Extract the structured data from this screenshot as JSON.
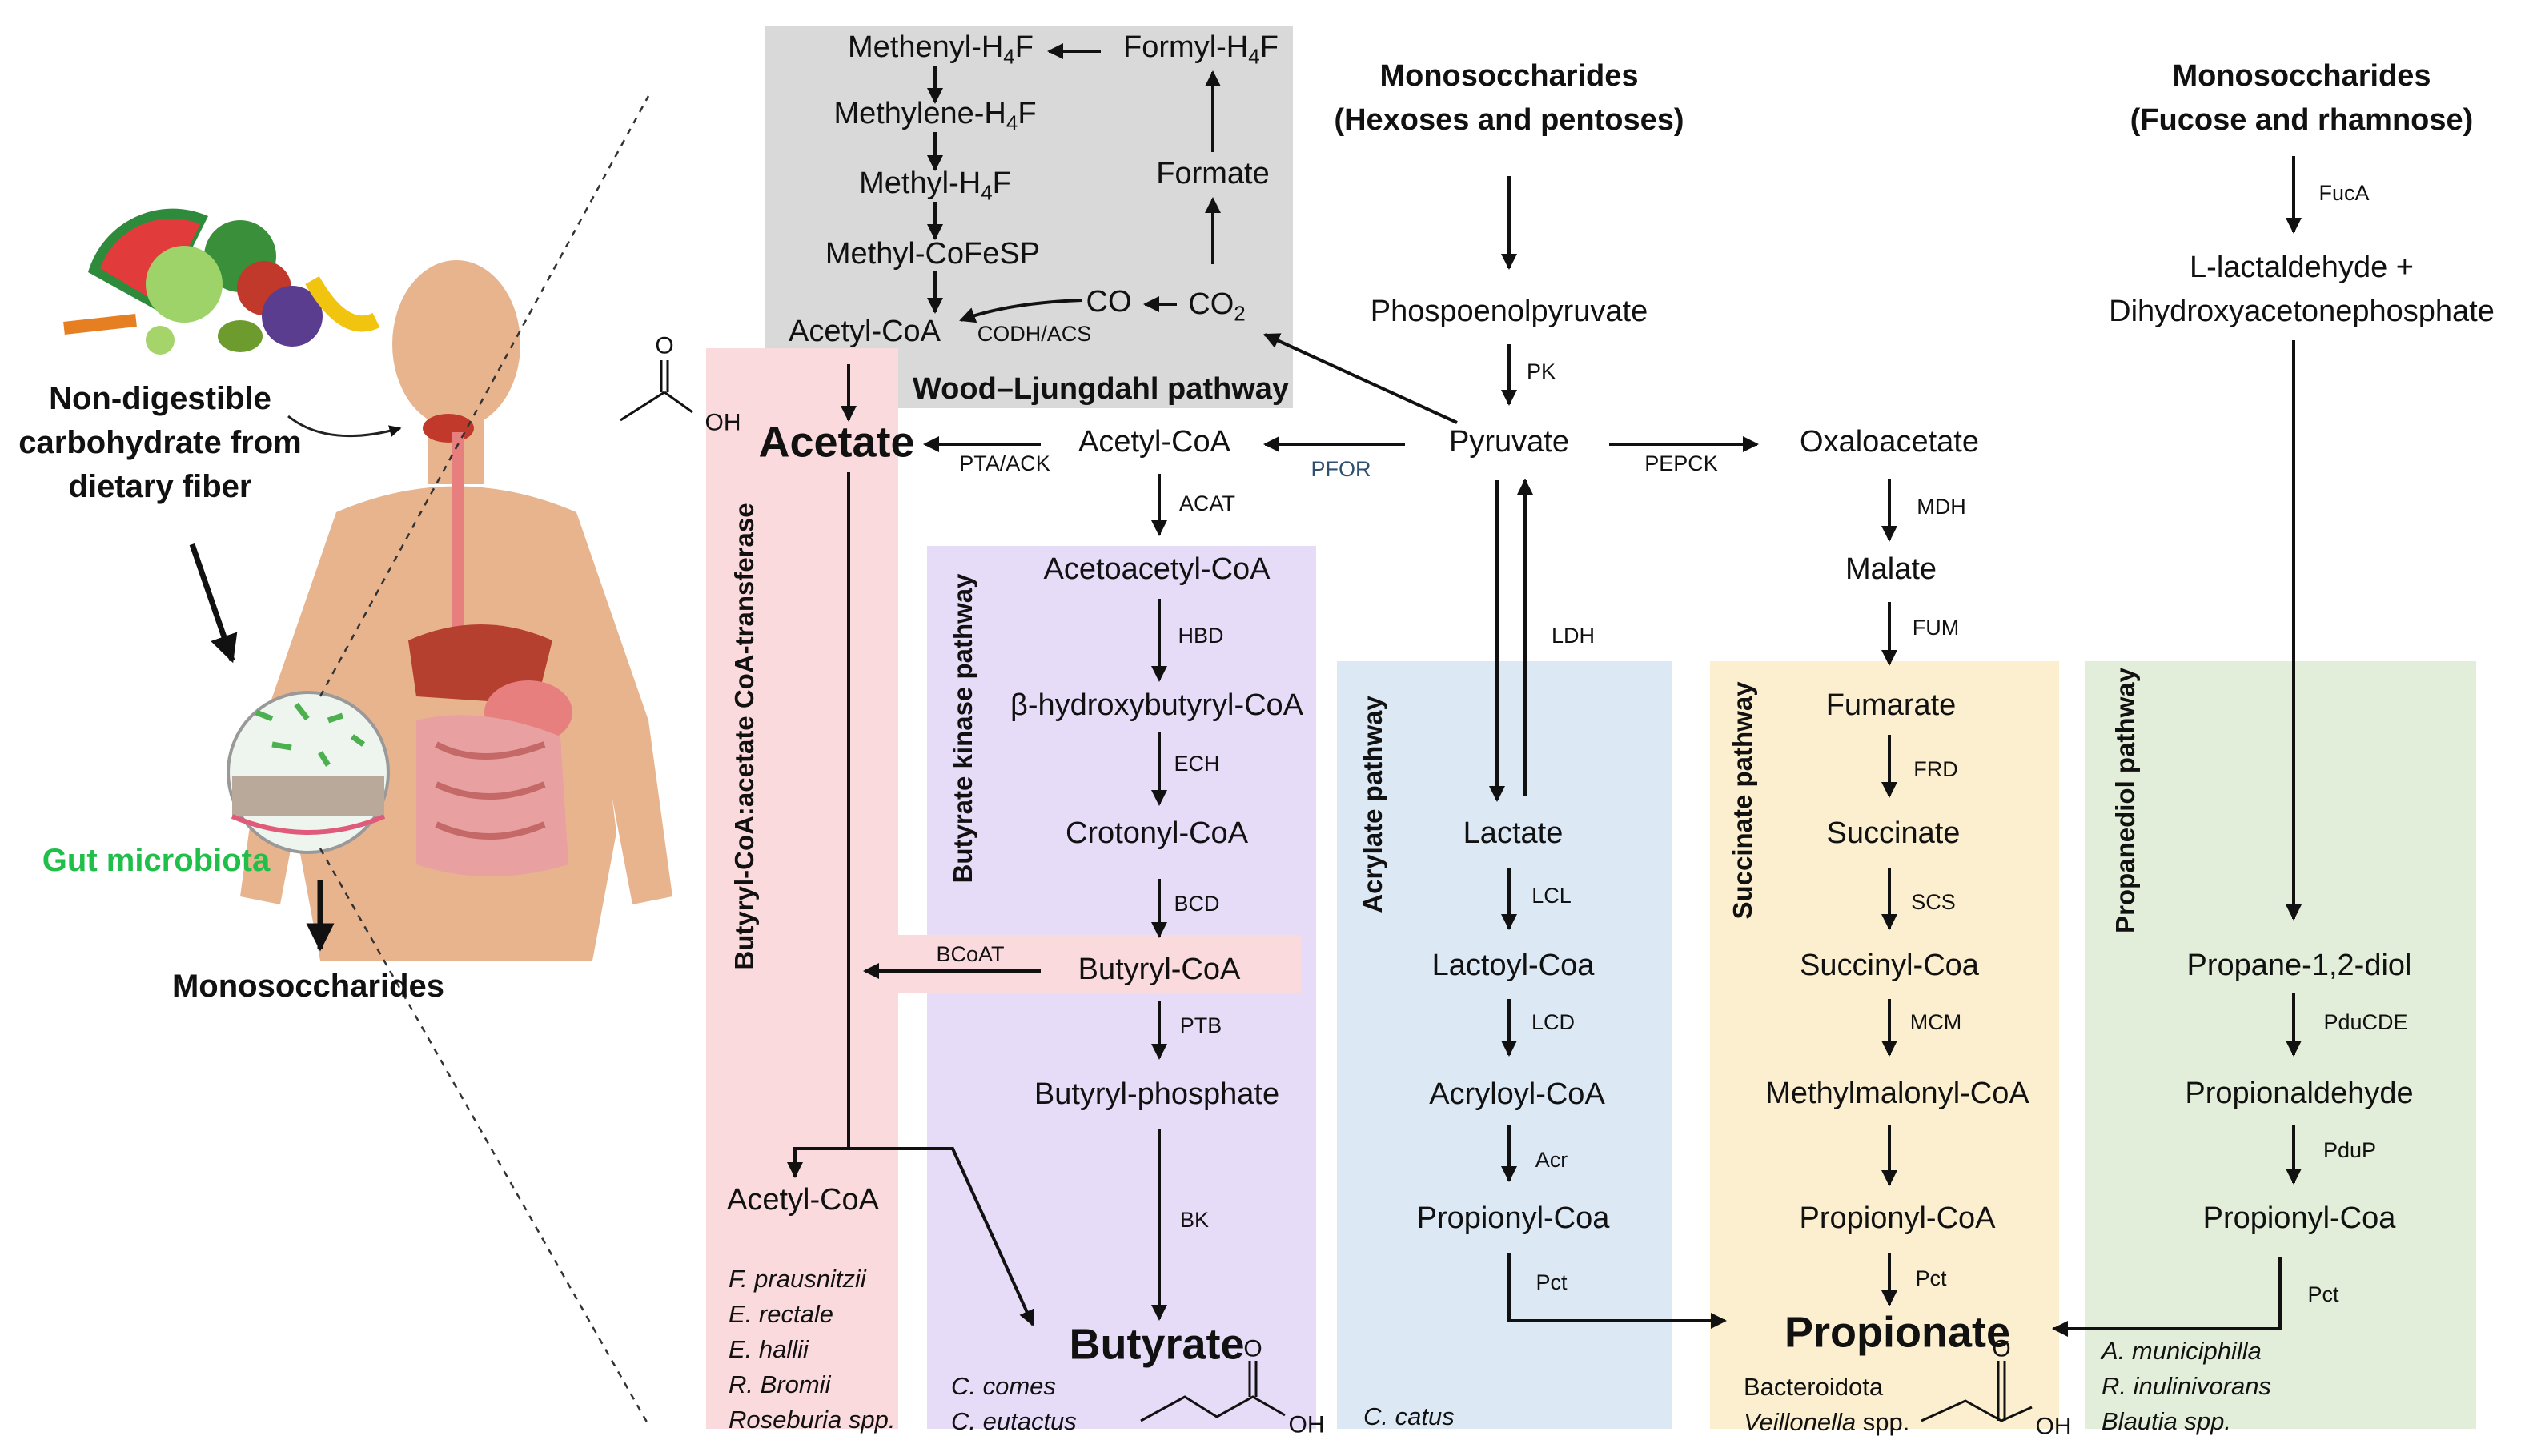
{
  "left_panel": {
    "food_label_line1": "Non-digestible",
    "food_label_line2": "carbohydrate from",
    "food_label_line3": "dietary fiber",
    "gut_microbiota": "Gut microbiota",
    "monosaccharides": "Monosoccharides"
  },
  "wood_ljungdahl": {
    "title": "Wood–Ljungdahl pathway",
    "methenyl": "Methenyl-H",
    "methylene": "Methylene-H",
    "methyl": "Methyl-H",
    "formyl": "Formyl-H",
    "h4f_sub": "4",
    "h4f_suffix": "F",
    "formate": "Formate",
    "methyl_cofesp": "Methyl-CoFeSP",
    "acetyl_coa": "Acetyl-CoA",
    "co": "CO",
    "co2": "CO",
    "co2_sub": "2",
    "codh_acs": "CODH/ACS"
  },
  "central": {
    "hexoses_title_line1": "Monosoccharides",
    "hexoses_title_line2": "(Hexoses and pentoses)",
    "pep": "Phospoenolpyruvate",
    "pk": "PK",
    "pyruvate": "Pyruvate",
    "pfor": "PFOR",
    "acetyl_coa": "Acetyl-CoA",
    "pta_ack": "PTA/ACK",
    "acetate": "Acetate",
    "acetate_oh": "OH",
    "acetate_o": "O",
    "pepck": "PEPCK",
    "oxaloacetate": "Oxaloacetate",
    "acat": "ACAT",
    "ldh": "LDH"
  },
  "butyryl_transferase": {
    "title": "Butyryl-CoA:acetate CoA-transferase",
    "bcoat": "BCoAT",
    "acetyl_coa": "Acetyl-CoA",
    "species": [
      "F. prausnitzii",
      "E. rectale",
      "E. hallii",
      "R. Bromii",
      "Roseburia spp."
    ]
  },
  "butyrate_kinase": {
    "title": "Butyrate kinase pathway",
    "acetoacetyl": "Acetoacetyl-CoA",
    "hbd": "HBD",
    "hydroxybutyryl": "β-hydroxybutyryl-CoA",
    "ech": "ECH",
    "crotonyl": "Crotonyl-CoA",
    "bcd": "BCD",
    "butyryl_coa": "Butyryl-CoA",
    "ptb": "PTB",
    "butyryl_phosphate": "Butyryl-phosphate",
    "bk": "BK",
    "butyrate": "Butyrate",
    "species_1": "C. comes",
    "species_2": "C. eutactus",
    "oh": "OH",
    "o": "O"
  },
  "acrylate": {
    "title": "Acrylate pathway",
    "lactate": "Lactate",
    "lcl": "LCL",
    "lactoyl": "Lactoyl-Coa",
    "lcd": "LCD",
    "acryloyl": "Acryloyl-CoA",
    "acr": "Acr",
    "propionyl": "Propionyl-Coa",
    "pct": "Pct",
    "species": "C. catus"
  },
  "succinate": {
    "title": "Succinate pathway",
    "mdh": "MDH",
    "malate": "Malate",
    "fum": "FUM",
    "fumarate": "Fumarate",
    "frd": "FRD",
    "succinate": "Succinate",
    "scs": "SCS",
    "succinyl": "Succinyl-Coa",
    "mcm": "MCM",
    "methylmalonyl": "Methylmalonyl-CoA",
    "propionyl": "Propionyl-CoA",
    "pct": "Pct",
    "propionate": "Propionate",
    "species_1": "Bacteroidota",
    "species_2": "Veillonella",
    "species_2_suffix": " spp.",
    "oh": "OH",
    "o": "O"
  },
  "propanediol": {
    "title": "Propanediol pathway",
    "mono_line1": "Monosoccharides",
    "mono_line2": "(Fucose and rhamnose)",
    "fuca": "FucA",
    "lactaldehyde_line1": "L-lactaldehyde +",
    "lactaldehyde_line2": "Dihydroxyacetonephosphate",
    "propanediol": "Propane-1,2-diol",
    "pducde": "PduCDE",
    "propionaldehyde": "Propionaldehyde",
    "pdup": "PduP",
    "propionyl": "Propionyl-Coa",
    "pct": "Pct",
    "species": [
      "A. municiphilla",
      "R. inulinivorans",
      "Blautia spp."
    ]
  },
  "colors": {
    "wl_bg": "#d9d9d9",
    "transferase_bg": "#fadadd",
    "kinase_bg": "#e6dcf8",
    "acrylate_bg": "#dde8f5",
    "succinate_bg": "#fbefcf",
    "propanediol_bg": "#e2eed9",
    "gut_green": "#1fbf4a"
  }
}
